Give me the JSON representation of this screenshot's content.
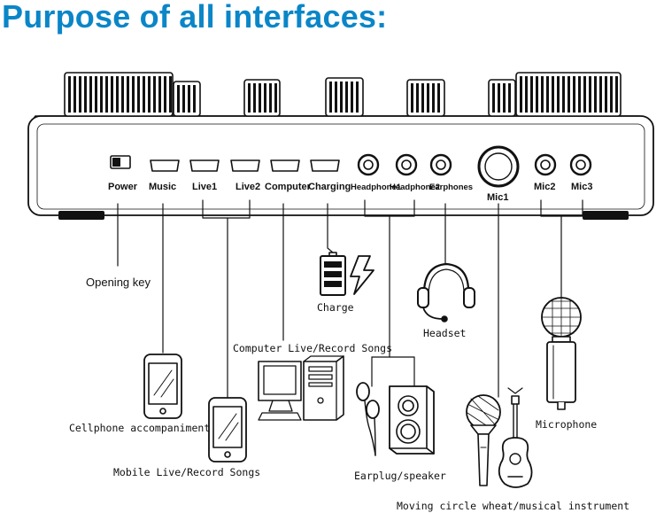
{
  "title": "Purpose of all interfaces:",
  "ports": {
    "power": "Power",
    "music": "Music",
    "live1": "Live1",
    "live2": "Live2",
    "computer": "Computer",
    "charging": "Charging",
    "headphone1": "Headphone1",
    "headphone2": "Headphone2",
    "earphones": "Earphones",
    "mic1": "Mic1",
    "mic2": "Mic2",
    "mic3": "Mic3"
  },
  "captions": {
    "opening_key": "Opening key",
    "charge": "Charge",
    "headset": "Headset",
    "computer_live": "Computer Live/Record Songs",
    "cellphone": "Cellphone accompaniment",
    "mobile_live": "Mobile Live/Record Songs",
    "earplug_speaker": "Earplug/speaker",
    "microphone": "Microphone",
    "moving_circle": "Moving circle wheat/musical instrument"
  },
  "colors": {
    "title": "#0a86c8",
    "line": "#111111"
  },
  "icons": [
    "power-switch-icon",
    "battery-icon",
    "lightning-icon",
    "headset-icon",
    "computer-icon",
    "smartphone-icon",
    "earphones-icon",
    "speaker-icon",
    "handheld-microphone-icon",
    "guitar-icon",
    "condenser-microphone-icon"
  ]
}
